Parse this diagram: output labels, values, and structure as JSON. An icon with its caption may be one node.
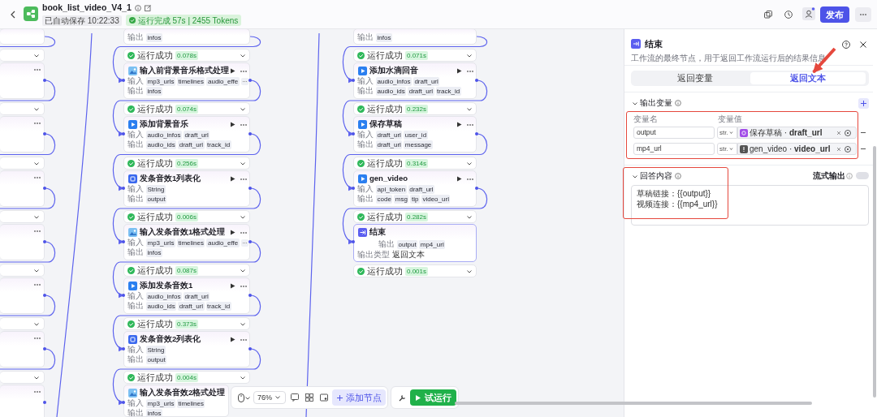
{
  "diagram": {
    "nodes": [
      {
        "text": [],
        "shape": "box"
      },
      {
        "text": [],
        "shape": "box"
      },
      {
        "text": [],
        "shape": "box"
      },
      {
        "text": [],
        "shape": "box"
      },
      {
        "text": [],
        "shape": "box"
      },
      {
        "text": [],
        "shape": "box"
      },
      {
        "text": [],
        "shape": "box"
      },
      {
        "text": [],
        "shape": "box"
      },
      {
        "text": [],
        "shape": "box"
      },
      {
        "text": [],
        "shape": "box"
      },
      {
        "text": [],
        "shape": "box"
      },
      {
        "text": [],
        "shape": "box"
      },
      {
        "text": [],
        "shape": "box"
      },
      {
        "text": [],
        "shape": "box"
      },
      {
        "text": [],
        "shape": "box"
      },
      {
        "text": [
          "输出",
          "infos"
        ]
      },
      {
        "text": [
          "运行成功",
          "0.078s"
        ]
      },
      {
        "text": [
          "输入前背景音乐格式处理",
          "输入",
          "mp3_urls",
          "timelines",
          "audio_effe",
          "输出",
          "infos"
        ]
      },
      {
        "text": [
          "运行成功",
          "0.074s"
        ]
      },
      {
        "text": [
          "添加背景音乐",
          "输入",
          "audio_infos",
          "draft_url",
          "输出",
          "audio_ids",
          "draft_url",
          "track_id"
        ]
      },
      {
        "text": [
          "运行成功",
          "0.256s"
        ]
      },
      {
        "text": [
          "发条音效1列表化",
          "输入",
          "String",
          "输出",
          "output"
        ]
      },
      {
        "text": [
          "运行成功",
          "0.006s"
        ]
      },
      {
        "text": [
          "输入发条音效1格式处理",
          "输入",
          "mp3_urls",
          "timelines",
          "audio_effe",
          "输出",
          "infos"
        ]
      },
      {
        "text": [
          "运行成功",
          "0.087s"
        ]
      },
      {
        "text": [
          "添加发条音效1",
          "输入",
          "audio_infos",
          "draft_url",
          "输出",
          "audio_ids",
          "draft_url",
          "track_id"
        ]
      },
      {
        "text": [
          "运行成功",
          "0.373s"
        ]
      },
      {
        "text": [
          "发条音效2列表化",
          "输入",
          "String",
          "输出",
          "output"
        ]
      },
      {
        "text": [
          "运行成功",
          "0.004s"
        ]
      },
      {
        "text": [
          "输入发条音效2格式处理",
          "输入",
          "mp3_urls",
          "timelines",
          "输出",
          "infos"
        ]
      },
      {
        "text": [
          "输出",
          "infos"
        ]
      },
      {
        "text": [
          "运行成功",
          "0.071s"
        ]
      },
      {
        "text": [
          "添加水滴回音",
          "输入",
          "audio_infos",
          "draft_url",
          "输出",
          "audio_ids",
          "draft_url",
          "track_id"
        ]
      },
      {
        "text": [
          "运行成功",
          "0.232s"
        ]
      },
      {
        "text": [
          "保存草稿",
          "输入",
          "draft_url",
          "user_id",
          "输出",
          "draft_url",
          "message"
        ]
      },
      {
        "text": [
          "运行成功",
          "0.314s"
        ]
      },
      {
        "text": [
          "gen_video",
          "输入",
          "api_token",
          "draft_url",
          "输出",
          "code",
          "msg",
          "tip",
          "video_url"
        ]
      },
      {
        "text": [
          "运行成功",
          "0.282s"
        ]
      },
      {
        "text": [
          "结束",
          "输出",
          "output",
          "mp4_url",
          "输出类型",
          "返回文本"
        ]
      },
      {
        "text": [
          "运行成功",
          "0.001s"
        ]
      },
      {
        "text": [
          "返回文本"
        ]
      }
    ],
    "edges": [
      {
        "from": 0,
        "to": 2,
        "arrow": "to"
      },
      {
        "from": 2,
        "to": 4,
        "arrow": "to"
      },
      {
        "from": 4,
        "to": 6,
        "arrow": "to"
      },
      {
        "from": 6,
        "to": 8,
        "arrow": "to"
      },
      {
        "from": 8,
        "to": 10,
        "arrow": "to"
      },
      {
        "from": 10,
        "to": 12,
        "arrow": "to"
      },
      {
        "from": 12,
        "to": 14,
        "arrow": "to"
      },
      {
        "from": 15,
        "to": 17,
        "arrow": "to"
      },
      {
        "from": 17,
        "to": 19,
        "arrow": "to"
      },
      {
        "from": 19,
        "to": 21,
        "arrow": "to"
      },
      {
        "from": 21,
        "to": 23,
        "arrow": "to"
      },
      {
        "from": 23,
        "to": 25,
        "arrow": "to"
      },
      {
        "from": 25,
        "to": 27,
        "arrow": "to"
      },
      {
        "from": 27,
        "to": 29,
        "arrow": "to"
      },
      {
        "from": 30,
        "to": 32,
        "arrow": "to"
      },
      {
        "from": 32,
        "to": 34,
        "arrow": "to"
      },
      {
        "from": 34,
        "to": 36,
        "arrow": "to"
      },
      {
        "from": 36,
        "to": 38,
        "arrow": "to"
      },
      {
        "from": null,
        "to": 40,
        "arrow": "to",
        "style": "thick",
        "color": "#e5483d"
      }
    ],
    "labels": [
      "book_list_video_V4_1",
      "已自动保存 10:22:33",
      "运行完成 57s | 2455 Tokens",
      "发布",
      "76%",
      "添加节点",
      "试运行",
      "结束",
      "工作流的最终节点，用于返回工作流运行后的结果信息",
      "返回变量",
      "输出变量",
      "变量名",
      "变量值",
      "output",
      "str.",
      "保存草稿 · **draft_url**",
      "mp4_url",
      "str.",
      "gen_video · **video_url**",
      "回答内容",
      "流式输出",
      "草稿链接：{{output}}",
      "视频连接：{{mp4_url}}"
    ]
  }
}
